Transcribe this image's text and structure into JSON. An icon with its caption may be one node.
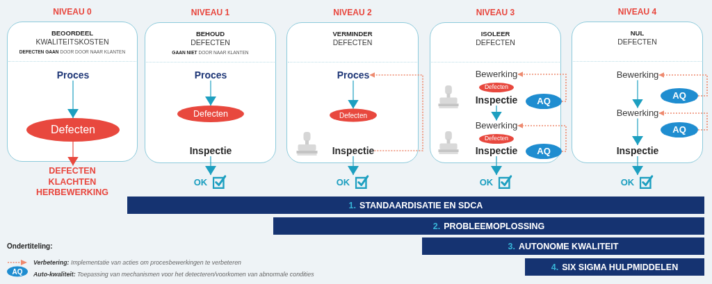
{
  "diagram": {
    "nodes": [
      {
        "text": [
          "NIVEAU 0",
          "**BEOORDEEL** KWALITEITSKOSTEN",
          "**DEFECTEN GAAN** DOOR DOOR NAAR KLANTEN"
        ]
      },
      {
        "text": [
          "Proces"
        ],
        "in": 0
      },
      {
        "text": [
          "Defecten"
        ],
        "in": 0
      },
      {
        "text": [
          "DEFECTEN KLACHTEN HERBEWERKING"
        ]
      },
      {
        "text": [
          "NIVEAU 1",
          "**BEHOUD** DEFECTEN",
          "**GAAN NIET** DOOR NAAR KLANTEN"
        ]
      },
      {
        "text": [
          "Proces"
        ],
        "in": 4
      },
      {
        "text": [
          "Defecten"
        ],
        "in": 4
      },
      {
        "text": [
          "Inspectie"
        ],
        "in": 4
      },
      {
        "text": [
          "OK"
        ]
      },
      {
        "text": [
          "NIVEAU 2",
          "**VERMINDER** DEFECTEN"
        ]
      },
      {
        "text": [
          "Proces"
        ],
        "in": 9
      },
      {
        "text": [
          "Defecten"
        ],
        "in": 9
      },
      {
        "text": [
          "Inspectie"
        ],
        "in": 9
      },
      {
        "text": [
          "OK"
        ]
      },
      {
        "text": [
          "NIVEAU 3",
          "**ISOLEER** DEFECTEN"
        ]
      },
      {
        "text": [
          "Bewerking"
        ],
        "in": 14
      },
      {
        "text": [
          "Defecten"
        ],
        "in": 14
      },
      {
        "text": [
          "Inspectie"
        ],
        "in": 14
      },
      {
        "text": [
          "AQ"
        ],
        "in": 14
      },
      {
        "text": [
          "Bewerking"
        ],
        "in": 14
      },
      {
        "text": [
          "Defecten"
        ],
        "in": 14
      },
      {
        "text": [
          "Inspectie"
        ],
        "in": 14
      },
      {
        "text": [
          "AQ"
        ],
        "in": 14
      },
      {
        "text": [
          "OK"
        ]
      },
      {
        "text": [
          "NIVEAU 4",
          "**NUL** DEFECTEN"
        ]
      },
      {
        "text": [
          "Bewerking"
        ],
        "in": 24
      },
      {
        "text": [
          "AQ"
        ],
        "in": 24
      },
      {
        "text": [
          "Bewerking"
        ],
        "in": 24
      },
      {
        "text": [
          "AQ"
        ],
        "in": 24
      },
      {
        "text": [
          "Inspectie"
        ],
        "in": 24
      },
      {
        "text": [
          "OK"
        ]
      },
      {
        "text": [
          "1.",
          "STANDAARDISATIE EN SDCA"
        ]
      },
      {
        "text": [
          "2.",
          "PROBLEEMOPLOSSING"
        ]
      },
      {
        "text": [
          "3.",
          "AUTONOME KWALITEIT"
        ]
      },
      {
        "text": [
          "4.",
          "SIX SIGMA HULPMIDDELEN"
        ]
      },
      {
        "text": [
          "AQ"
        ]
      }
    ],
    "edges": [
      {
        "from": 1,
        "to": 2,
        "arrow": "to"
      },
      {
        "from": 2,
        "to": 3,
        "arrow": "to",
        "color": "#e8483e"
      },
      {
        "from": 5,
        "to": 6,
        "arrow": "to"
      },
      {
        "from": 7,
        "to": 8,
        "arrow": "to"
      },
      {
        "from": 10,
        "to": 11,
        "arrow": "to"
      },
      {
        "from": 12,
        "to": 13,
        "arrow": "to"
      },
      {
        "from": 12,
        "to": 10,
        "arrow": "to",
        "style": "dashed",
        "color": "#ee8a6f"
      },
      {
        "from": 17,
        "to": 19,
        "arrow": "to"
      },
      {
        "from": 21,
        "to": 23,
        "arrow": "to"
      },
      {
        "from": 18,
        "to": 15,
        "arrow": "to",
        "style": "dashed",
        "color": "#ee8a6f"
      },
      {
        "from": 22,
        "to": 19,
        "arrow": "to",
        "style": "dashed",
        "color": "#ee8a6f"
      },
      {
        "from": 25,
        "to": 27,
        "arrow": "to"
      },
      {
        "from": 27,
        "to": 29,
        "arrow": "to"
      },
      {
        "from": 29,
        "to": 30,
        "arrow": "to"
      },
      {
        "from": 26,
        "to": 25,
        "arrow": "to",
        "style": "dashed",
        "color": "#ee8a6f"
      },
      {
        "from": 28,
        "to": 27,
        "arrow": "to",
        "style": "dashed",
        "color": "#ee8a6f"
      }
    ],
    "labels": [
      "Ondertiteling:"
    ],
    "legend": [
      {
        "text": "**Verbetering:** Implementatie van acties om procesbewerkingen te verbeteren"
      },
      {
        "text": "**Auto-kwaliteit:** Toepassing van mechanismen voor het detecteren/voorkomen van abnormale condities"
      }
    ]
  }
}
